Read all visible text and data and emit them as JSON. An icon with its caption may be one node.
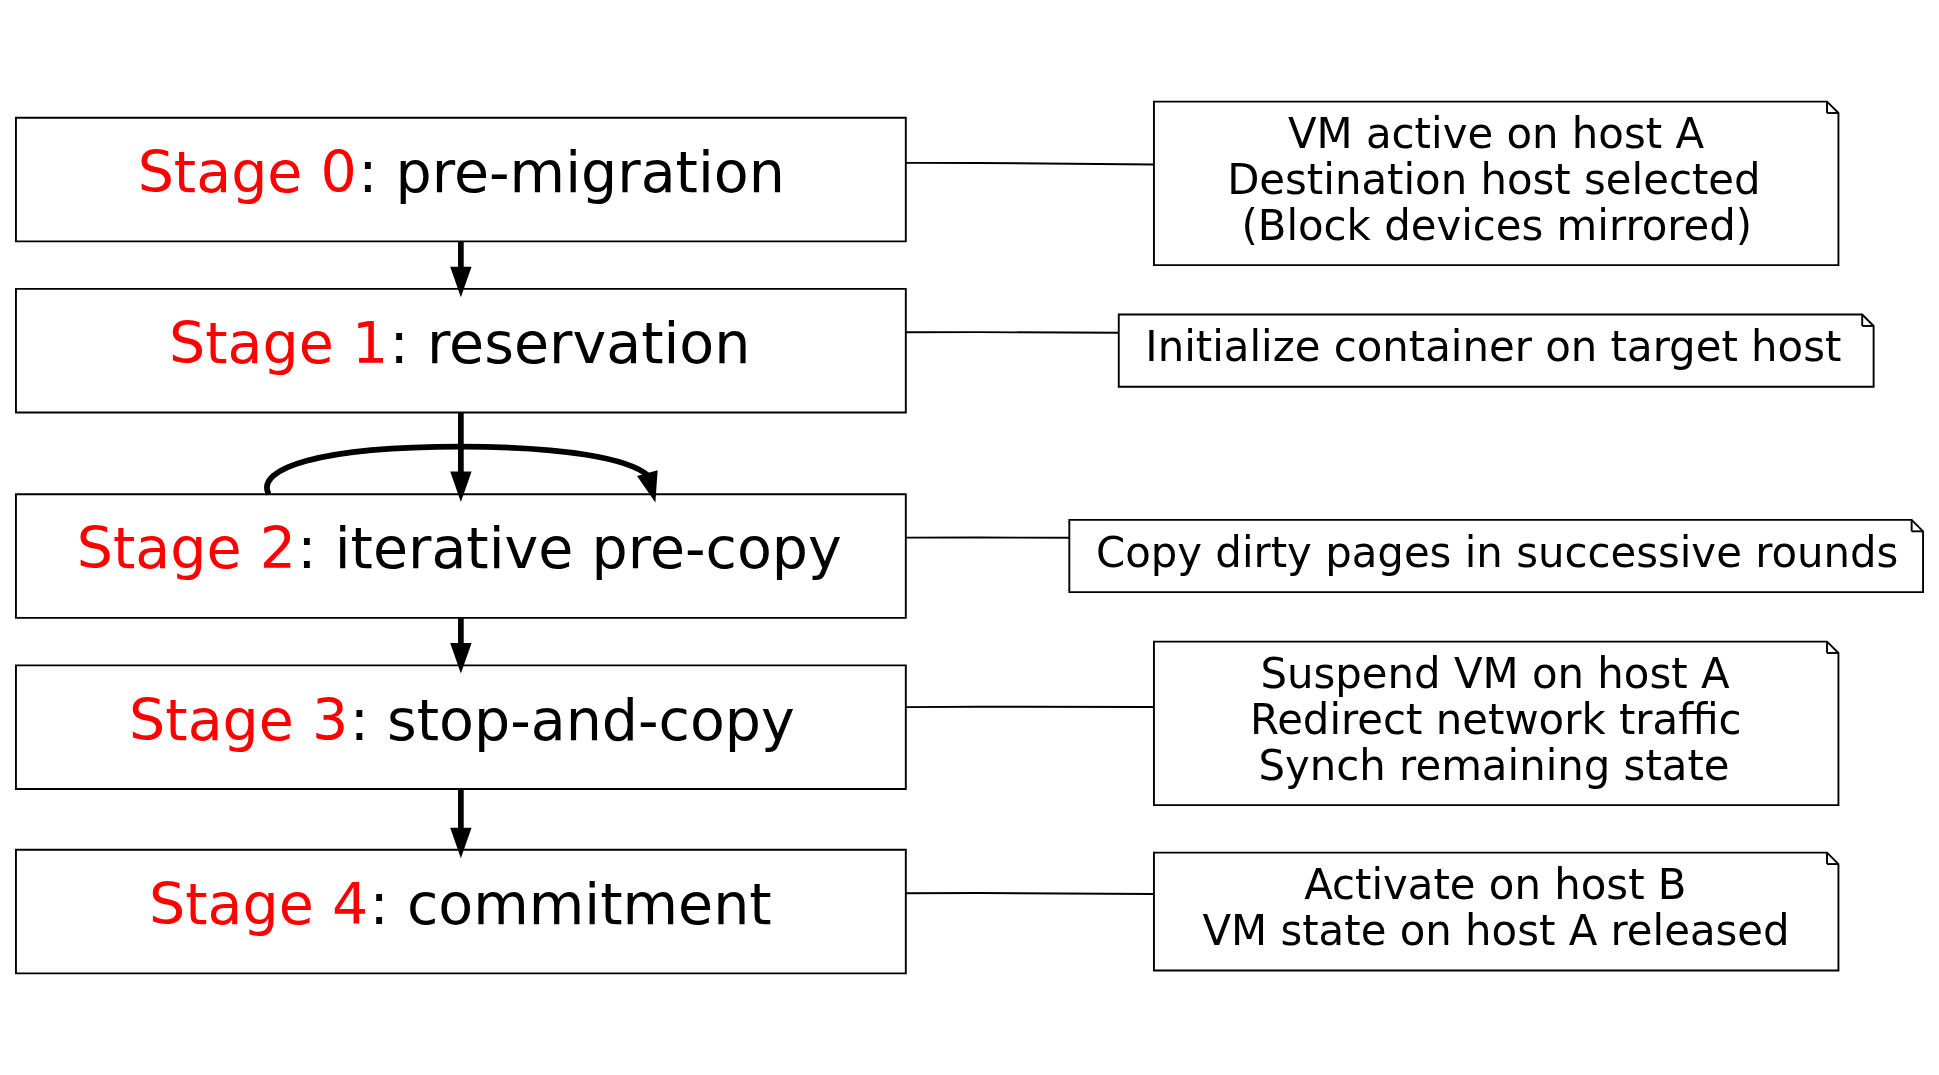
{
  "diagram": {
    "nodes": [
      {
        "text": [
          "Stage 0: pre-migration"
        ]
      },
      {
        "text": [
          "VM active on host A",
          "Destination host selected",
          "(Block devices mirrored)"
        ]
      },
      {
        "text": [
          "Stage 1: reservation"
        ]
      },
      {
        "text": [
          "Initialize container on target host"
        ]
      },
      {
        "text": [
          "Stage 2: iterative pre-copy"
        ]
      },
      {
        "text": [
          "Copy dirty pages in successive rounds"
        ]
      },
      {
        "text": [
          "Stage 3: stop-and-copy"
        ]
      },
      {
        "text": [
          "Suspend VM on host A",
          "Redirect network traffic",
          "Synch remaining state"
        ]
      },
      {
        "text": [
          "Stage 4: commitment"
        ]
      },
      {
        "text": [
          "Activate on host B",
          "VM state on host A released"
        ]
      }
    ],
    "edges": [
      {
        "from": 0,
        "to": 2,
        "arrow": "to",
        "style": "thick"
      },
      {
        "from": 2,
        "to": 4,
        "arrow": "to",
        "style": "thick"
      },
      {
        "from": 4,
        "to": 6,
        "arrow": "to",
        "style": "thick"
      },
      {
        "from": 6,
        "to": 8,
        "arrow": "to",
        "style": "thick"
      },
      {
        "from": 4,
        "to": 4,
        "arrow": "to",
        "style": "thick"
      },
      {
        "from": 1,
        "to": 0,
        "arrow": "none"
      },
      {
        "from": 3,
        "to": 2,
        "arrow": "none"
      },
      {
        "from": 5,
        "to": 4,
        "arrow": "none"
      },
      {
        "from": 7,
        "to": 6,
        "arrow": "none"
      },
      {
        "from": 9,
        "to": 8,
        "arrow": "none"
      }
    ]
  }
}
